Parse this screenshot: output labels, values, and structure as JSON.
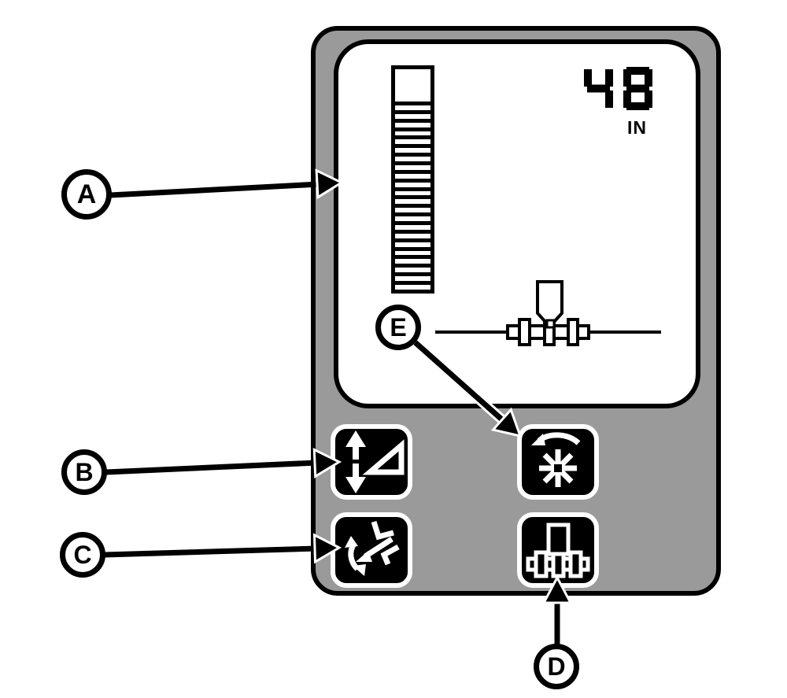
{
  "colors": {
    "panel_gray": "#9a9a9a",
    "ink": "#000000",
    "screen_white": "#ffffff"
  },
  "device": {
    "screen": {
      "readout": {
        "value": "48",
        "unit": "IN"
      },
      "bar_graph": {
        "segments": 22,
        "top_segment_empty": true
      },
      "implement_icon": "toolbar-with-hopper-on-ground-line"
    },
    "buttons": {
      "b": {
        "icon": "updown-arrow-wedge-icon"
      },
      "c": {
        "icon": "tilt-diagonal-arrow-icon"
      },
      "e": {
        "icon": "rotor-spokes-rotation-icon"
      },
      "d": {
        "icon": "toolbar-implement-icon"
      }
    }
  },
  "callouts": {
    "a": {
      "label": "A",
      "target": "display-screen"
    },
    "b": {
      "label": "B",
      "target": "button-b"
    },
    "c": {
      "label": "C",
      "target": "button-c"
    },
    "d": {
      "label": "D",
      "target": "button-d"
    },
    "e": {
      "label": "E",
      "target": "button-e"
    }
  }
}
